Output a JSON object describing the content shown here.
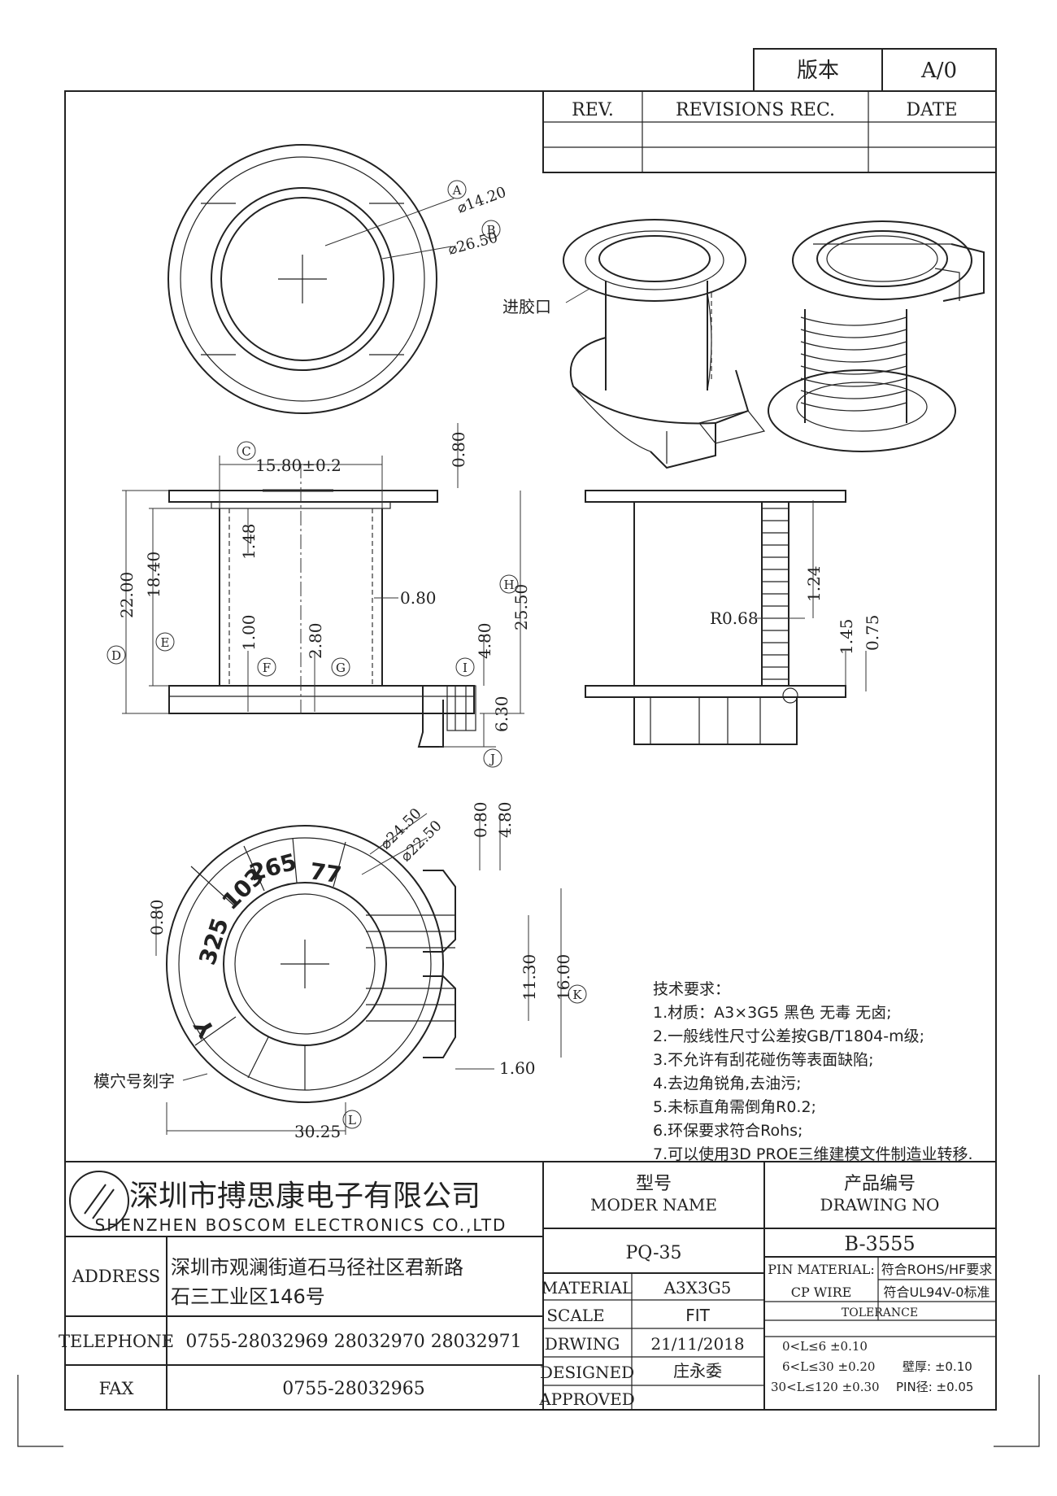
{
  "version_box": {
    "label": "版本",
    "value": "A/0"
  },
  "revision_table": {
    "headers": [
      "REV.",
      "REVISIONS REC.",
      "DATE"
    ]
  },
  "dimensions": {
    "a": "A",
    "a_val": "⌀14.20",
    "b": "B",
    "b_val": "⌀26.50",
    "c": "C",
    "c_val": "15.80±0.2",
    "d": "D",
    "d_val": "22.00",
    "e": "E",
    "e_val": "18.40",
    "f": "F",
    "f_val": "1.00",
    "g": "G",
    "g_val": "2.80",
    "h": "H",
    "h_val": "25.50",
    "i": "I",
    "i_val": "4.80",
    "j": "J",
    "j_val": "6.30",
    "k": "K",
    "k_val": "16.00",
    "l": "L",
    "l_val": "30.25",
    "v080_top": "0.80",
    "v148": "1.48",
    "v080_mid": "0.80",
    "v124": "1.24",
    "r068": "R0.68",
    "v145": "1.45",
    "v075": "0.75",
    "d2450": "⌀24.50",
    "d2250": "⌀22.50",
    "v080_b": "0.80",
    "v480_b": "4.80",
    "v080_left": "0.80",
    "v1130": "11.30",
    "v160": "1.60"
  },
  "labels": {
    "gate": "进胶口",
    "cavity": "模穴号刻字",
    "cavity_numbers": [
      "325",
      "103",
      "265",
      "77",
      "Y"
    ]
  },
  "tech": {
    "title": "技术要求：",
    "items": [
      "1.材质：A3×3G5 黑色 无毒 无卤;",
      "2.一般线性尺寸公差按GB/T1804-m级;",
      "3.不允许有刮花碰伤等表面缺陷;",
      "4.去边角锐角,去油污;",
      "5.未标直角需倒角R0.2;",
      "6.环保要求符合Rohs;",
      "7.可以使用3D PROE三维建模文件制造业转移."
    ]
  },
  "title_block": {
    "company_cn": "深圳市搏思康电子有限公司",
    "company_en": "SHENZHEN BOSCOM ELECTRONICS CO.,LTD",
    "model_cn": "型号",
    "model_en": "MODER NAME",
    "drawing_cn": "产品编号",
    "drawing_en": "DRAWING NO",
    "model_value": "PQ-35",
    "drawing_value": "B-3555",
    "address_label": "ADDRESS",
    "address_line1": "深圳市观澜街道石马径社区君新路",
    "address_line2": "石三工业区146号",
    "telephone_label": "TELEPHONE",
    "telephone_value": "0755-28032969 28032970 28032971",
    "fax_label": "FAX",
    "fax_value": "0755-28032965",
    "material_label": "MATERIAL",
    "material_value": "A3X3G5",
    "scale_label": "SCALE",
    "scale_value": "FIT",
    "drwing_label": "DRWING",
    "drwing_value": "21/11/2018",
    "designed_label": "DESIGNED",
    "designed_value": "庄永委",
    "approved_label": "APPROVED",
    "pin_material": "PIN MATERIAL:",
    "cp_wire": "CP WIRE",
    "rohs": "符合ROHS/HF要求",
    "ul": "符合UL94V-0标准",
    "tolerance": "TOLERANCE",
    "tol1": "0<L≤6  ±0.10",
    "tol2": "6<L≤30 ±0.20",
    "tol3": "30<L≤120 ±0.30",
    "wall": "壁厚:  ±0.10",
    "pin": "PIN径: ±0.05"
  }
}
